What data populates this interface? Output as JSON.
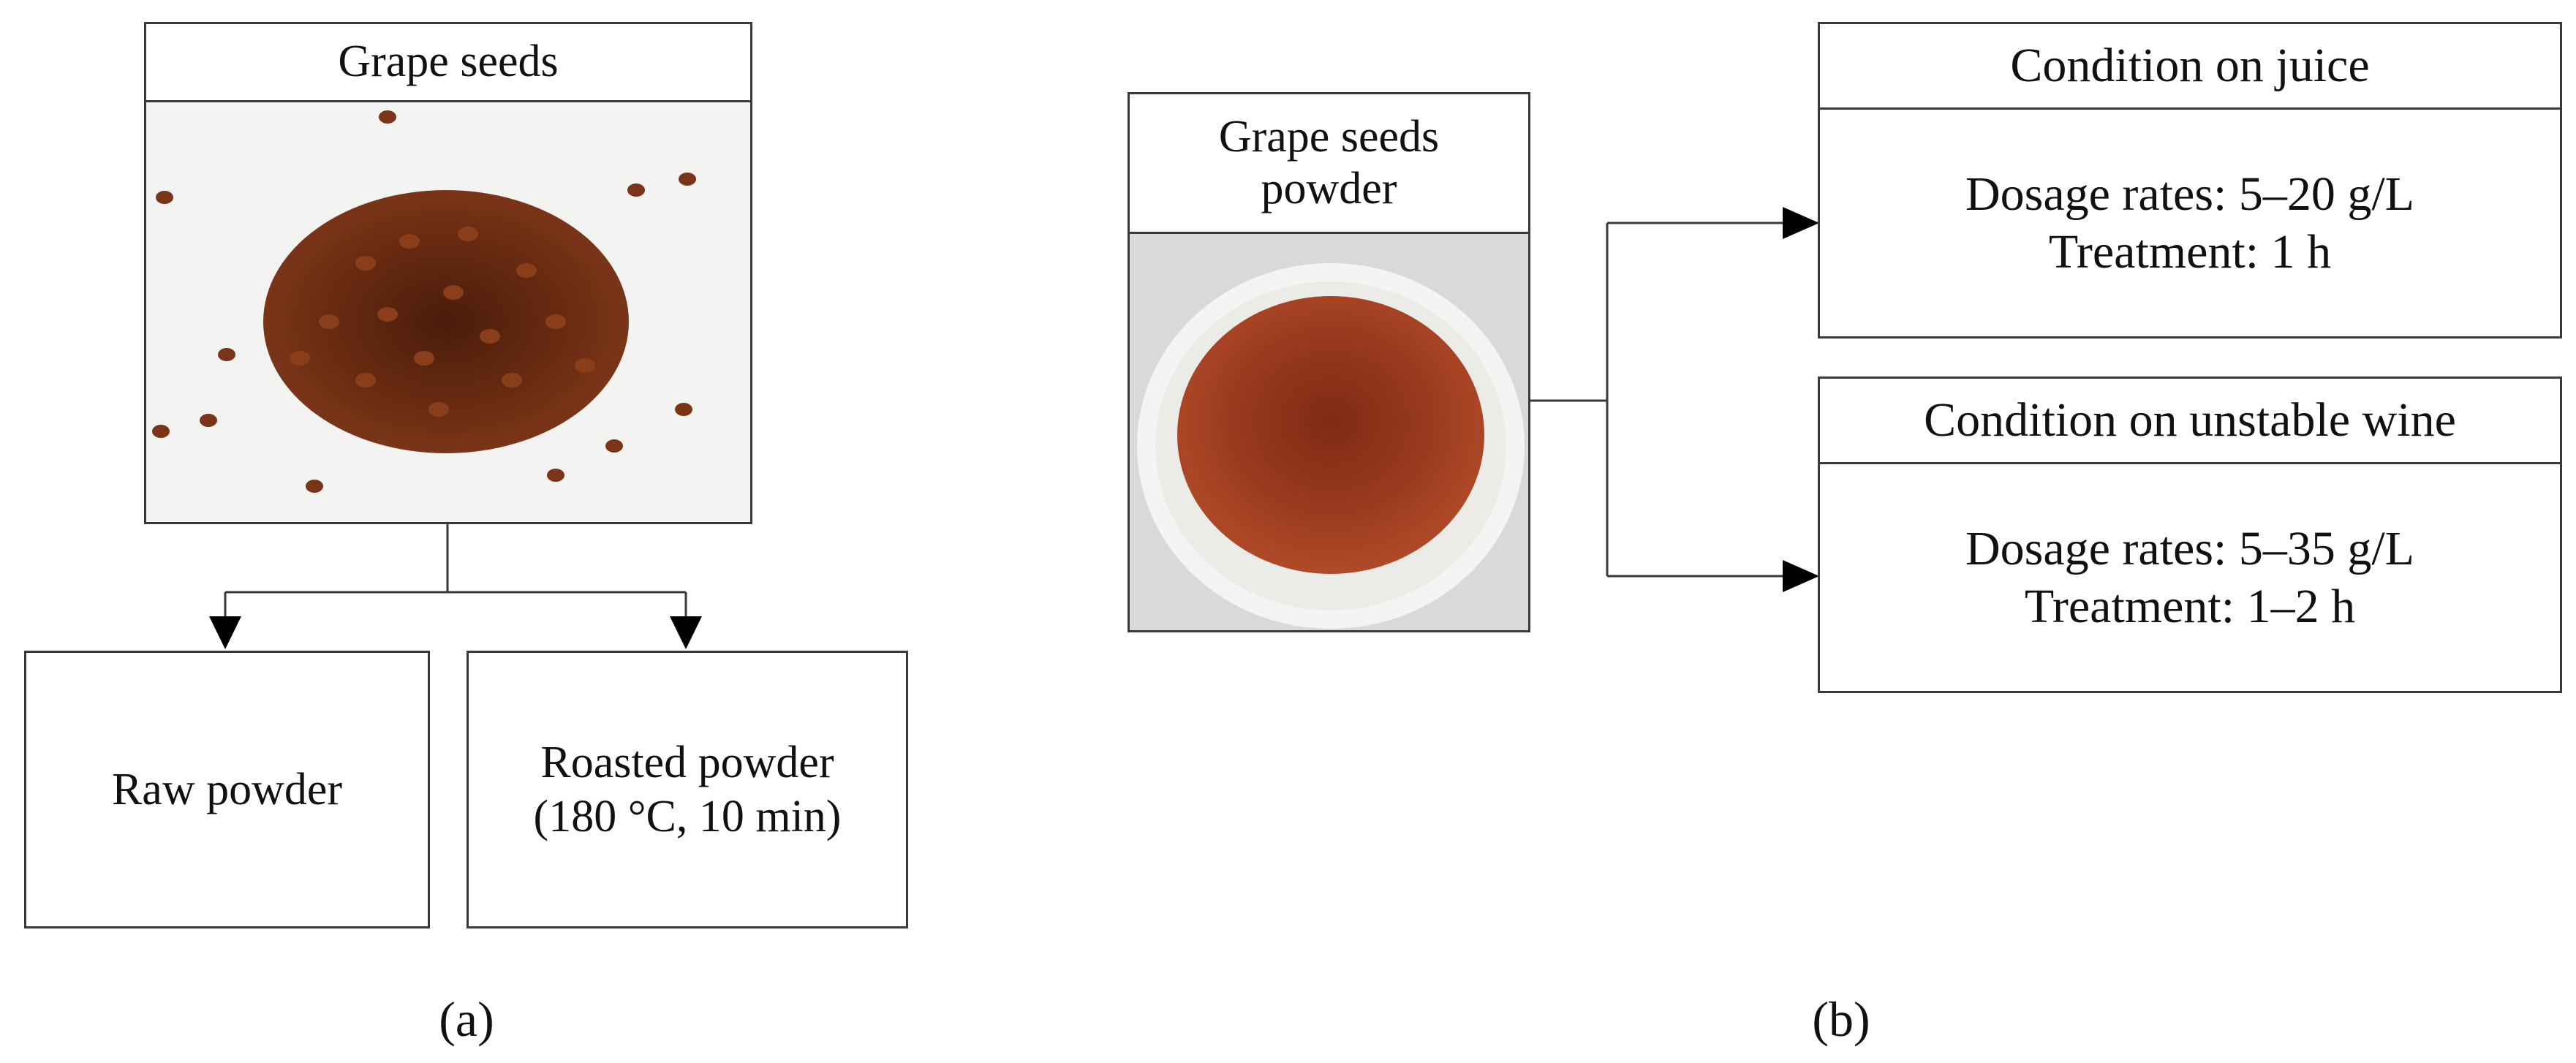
{
  "panel_a": {
    "label": "(a)",
    "header": "Grape seeds",
    "image": "grape-seeds-photo",
    "outputs": [
      {
        "lines": [
          "Raw powder"
        ]
      },
      {
        "lines": [
          "Roasted powder",
          "(180 °C, 10 min)"
        ]
      }
    ]
  },
  "panel_b": {
    "label": "(b)",
    "header_lines": [
      "Grape seeds",
      "powder"
    ],
    "image": "grape-seed-powder-photo",
    "conditions": [
      {
        "title": "Condition on juice",
        "lines": [
          "Dosage rates: 5–20 g/L",
          "Treatment: 1 h"
        ]
      },
      {
        "title": "Condition on unstable wine",
        "lines": [
          "Dosage rates: 5–35 g/L",
          "Treatment: 1–2 h"
        ]
      }
    ]
  },
  "colors": {
    "border": "#3a3a3a",
    "seed": "#6b2c12",
    "powder": "#9a3b1e",
    "plate": "#f4f4f2"
  }
}
